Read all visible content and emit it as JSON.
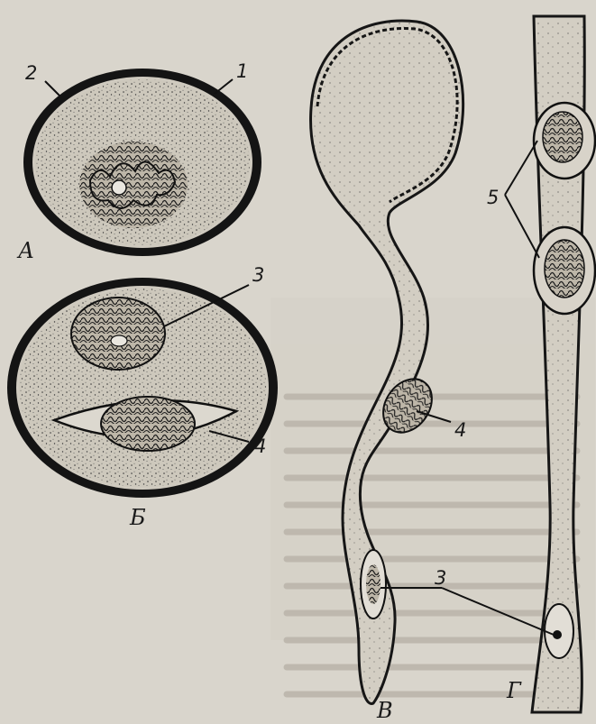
{
  "figure": {
    "panel_labels": {
      "a": "А",
      "b": "Б",
      "v": "В",
      "g": "Г"
    },
    "part_labels": {
      "n1": "1",
      "n2": "2",
      "n3_b": "3",
      "n4_b": "4",
      "n4_v": "4",
      "n5": "5",
      "n3_vg": "3"
    }
  },
  "colors": {
    "paper": "#d9d5cc",
    "ink": "#1a1a1a",
    "cytoplasm": "#c9c4b8",
    "ghost_text": "#9c978d"
  }
}
